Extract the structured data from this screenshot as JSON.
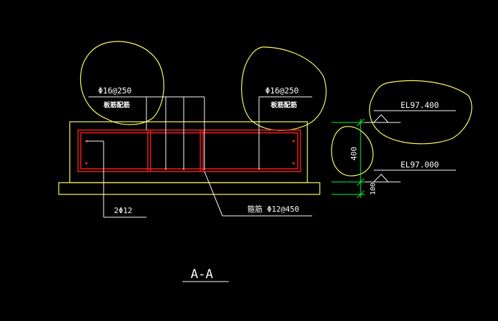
{
  "annotations": {
    "rebar_left": "Φ16@250",
    "rebar_left_note": "板筋配筋",
    "rebar_right": "Φ16@250",
    "rebar_right_note": "板筋配筋",
    "bottom_bars": "2Φ12",
    "stirrup": "箍筋 Φ12@450",
    "elev_top": "EL97.400",
    "elev_bottom": "EL97.000",
    "dim_depth": "400",
    "dim_cushion": "100",
    "section_title": "A-A"
  },
  "colors": {
    "background": "#000000",
    "outline": "#ffff66",
    "rebar": "#ff2020",
    "leader": "#ffffff",
    "dimension": "#00ff40",
    "cloud": "#ffff66"
  }
}
